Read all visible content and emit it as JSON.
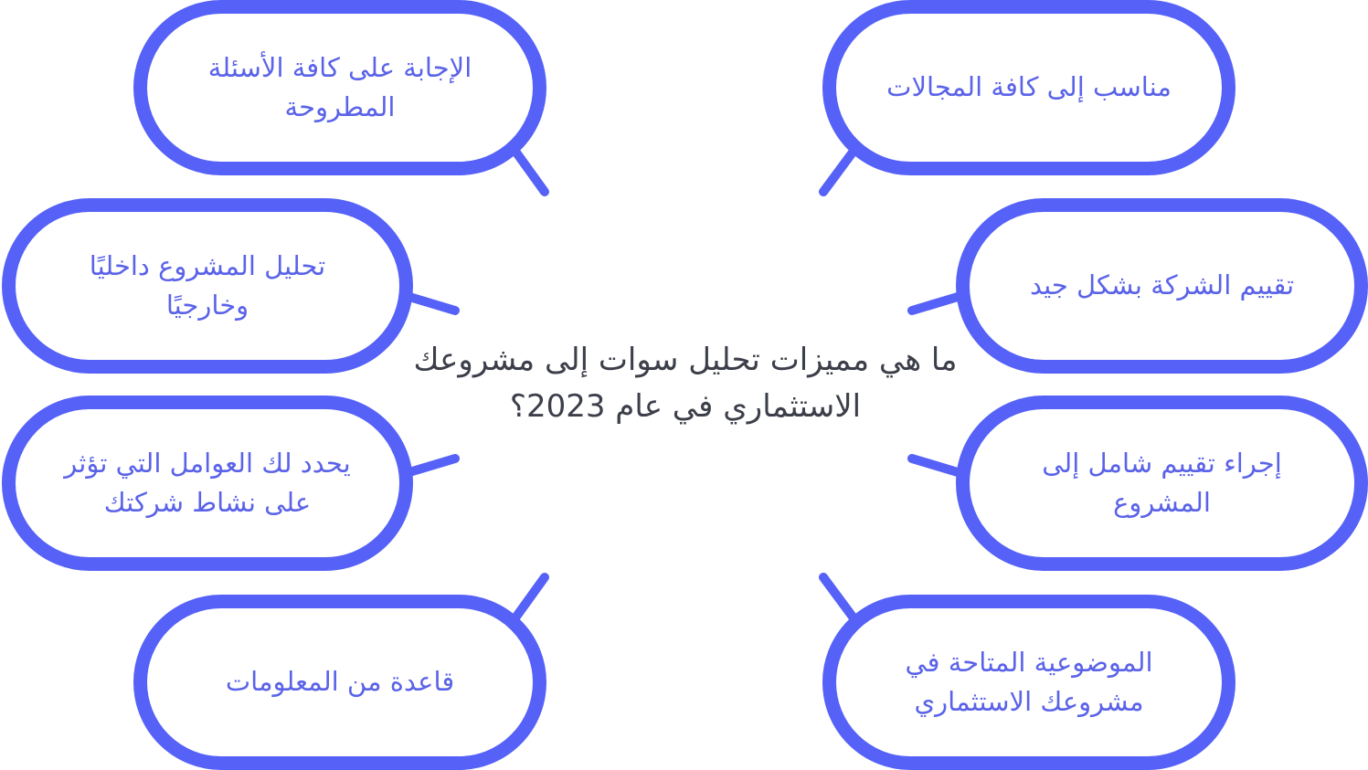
{
  "center_question": "ما هي مميزات تحليل سوات إلى مشروعك الاستثماري في عام 2023؟",
  "colors": {
    "accent": "#5561f7",
    "node_text": "#5a63e8",
    "center_text": "#3c3f4a",
    "background": "#ffffff"
  },
  "left_nodes": [
    {
      "label": "الإجابة على كافة الأسئلة المطروحة"
    },
    {
      "label": "تحليل المشروع داخليًا وخارجيًا"
    },
    {
      "label": "يحدد لك العوامل التي تؤثر على نشاط شركتك"
    },
    {
      "label": "قاعدة من المعلومات"
    }
  ],
  "right_nodes": [
    {
      "label": "مناسب إلى كافة المجالات"
    },
    {
      "label": "تقييم الشركة بشكل جيد"
    },
    {
      "label": "إجراء تقييم شامل إلى المشروع"
    },
    {
      "label": "الموضوعية المتاحة في مشروعك الاستثماري"
    }
  ]
}
